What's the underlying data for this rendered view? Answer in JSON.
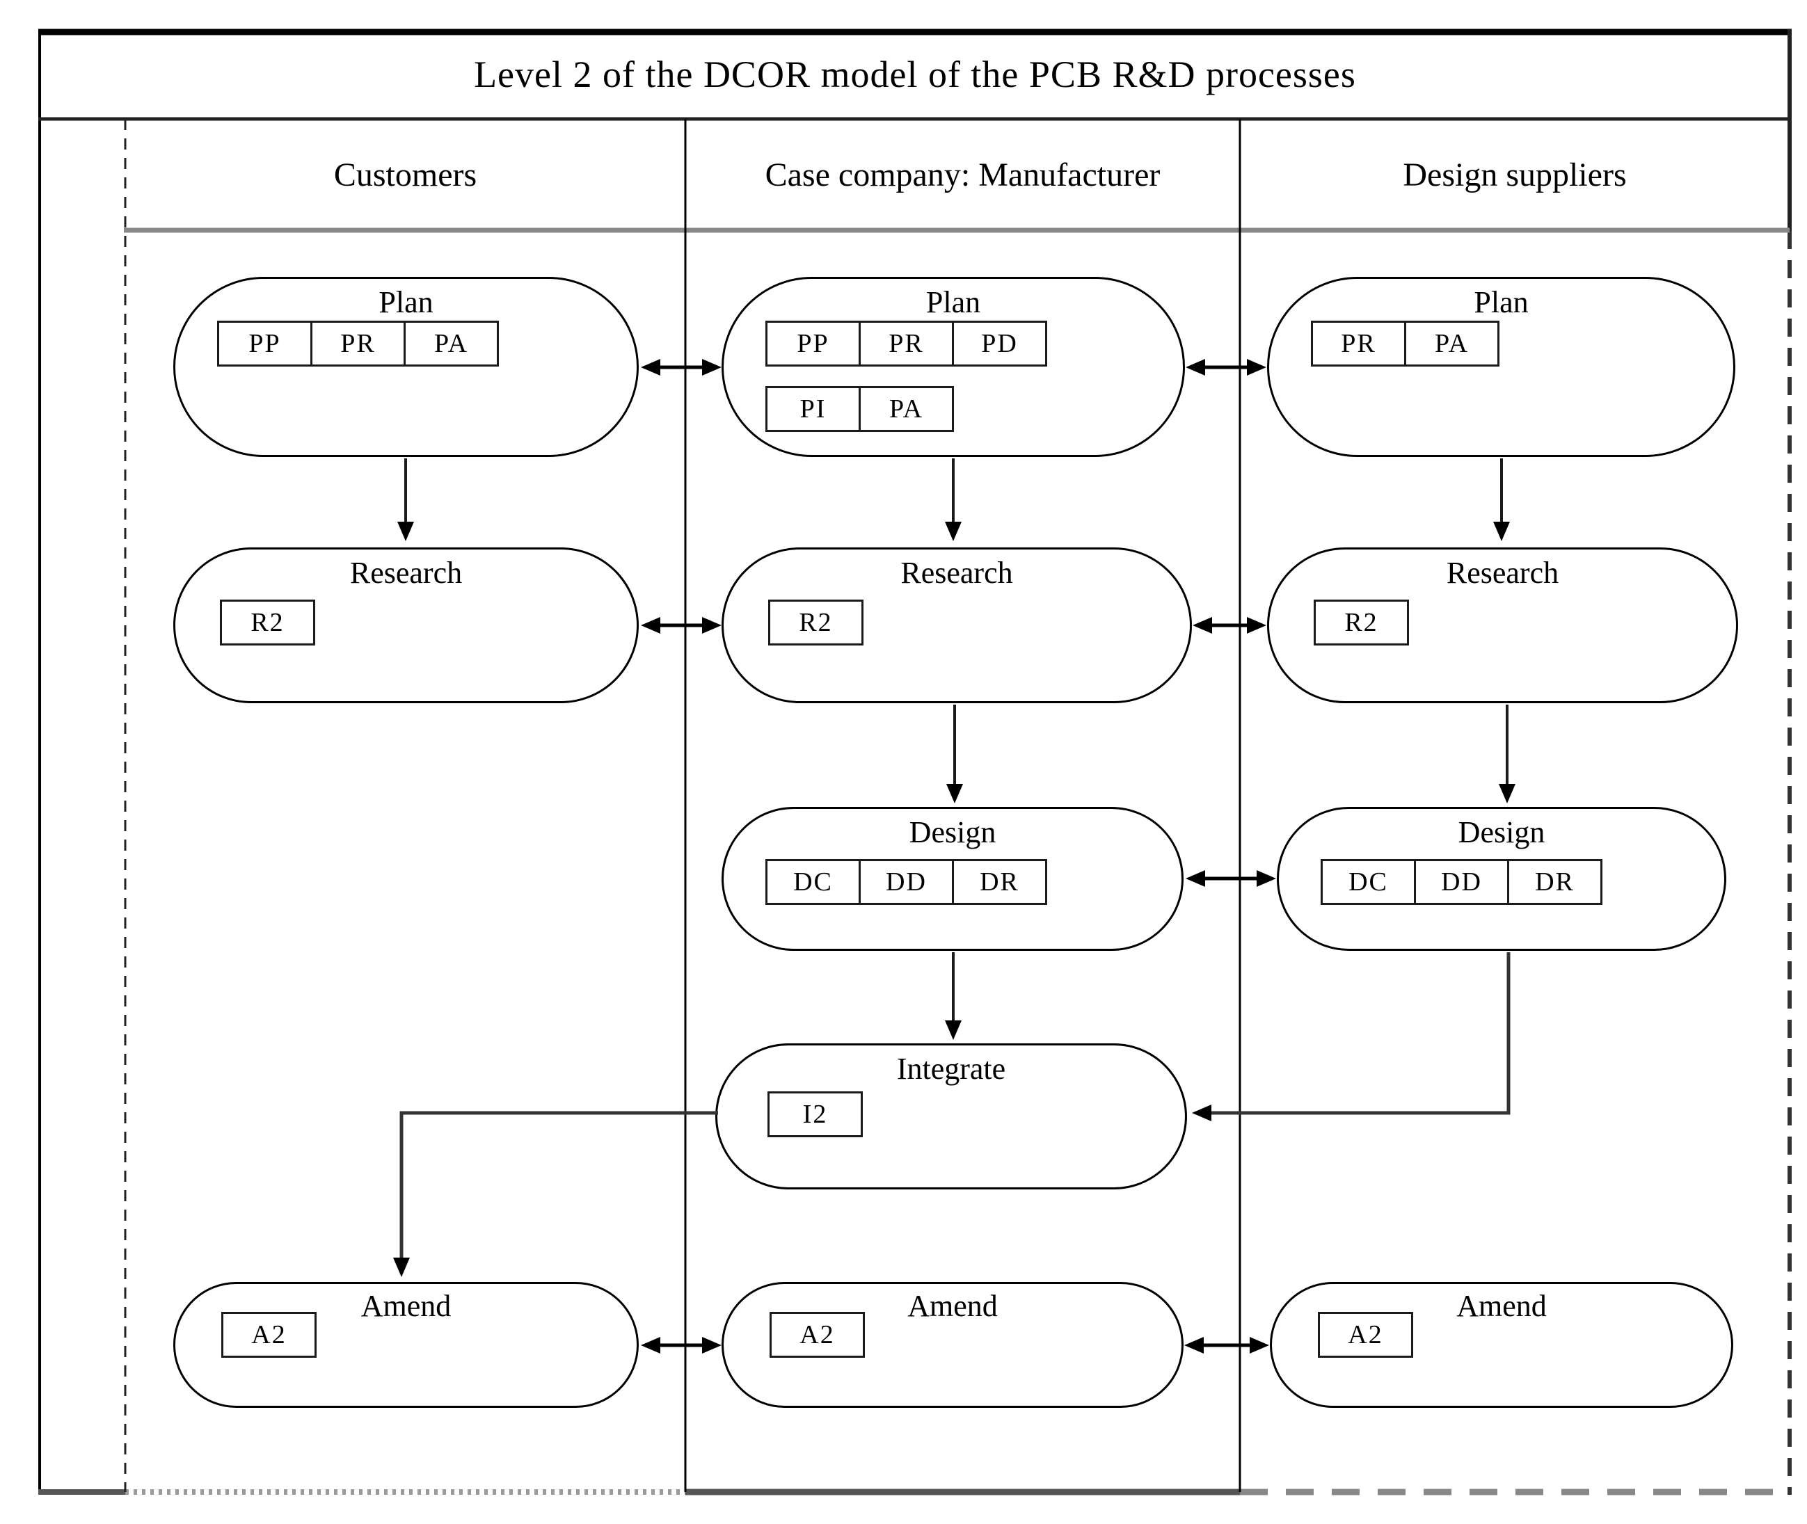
{
  "diagram": {
    "title": "Level 2 of the DCOR model of the PCB R&D processes",
    "columns": [
      {
        "id": "customers",
        "header": "Customers"
      },
      {
        "id": "case_company",
        "header": "Case company: Manufacturer"
      },
      {
        "id": "design_suppliers",
        "header": "Design suppliers"
      }
    ],
    "nodes": {
      "customers_plan": {
        "title": "Plan",
        "codes": [
          [
            "PP",
            "PR",
            "PA"
          ]
        ]
      },
      "case_plan": {
        "title": "Plan",
        "codes": [
          [
            "PP",
            "PR",
            "PD"
          ],
          [
            "PI",
            "PA"
          ]
        ]
      },
      "suppliers_plan": {
        "title": "Plan",
        "codes": [
          [
            "PR",
            "PA"
          ]
        ]
      },
      "customers_research": {
        "title": "Research",
        "codes": [
          [
            "R2"
          ]
        ]
      },
      "case_research": {
        "title": "Research",
        "codes": [
          [
            "R2"
          ]
        ]
      },
      "suppliers_research": {
        "title": "Research",
        "codes": [
          [
            "R2"
          ]
        ]
      },
      "case_design": {
        "title": "Design",
        "codes": [
          [
            "DC",
            "DD",
            "DR"
          ]
        ]
      },
      "suppliers_design": {
        "title": "Design",
        "codes": [
          [
            "DC",
            "DD",
            "DR"
          ]
        ]
      },
      "case_integrate": {
        "title": "Integrate",
        "codes": [
          [
            "I2"
          ]
        ]
      },
      "customers_amend": {
        "title": "Amend",
        "codes": [
          [
            "A2"
          ]
        ]
      },
      "case_amend": {
        "title": "Amend",
        "codes": [
          [
            "A2"
          ]
        ]
      },
      "suppliers_amend": {
        "title": "Amend",
        "codes": [
          [
            "A2"
          ]
        ]
      }
    },
    "colors": {
      "line": "#000000",
      "frame_gray": "#555555",
      "header_rule": "#888888"
    }
  }
}
